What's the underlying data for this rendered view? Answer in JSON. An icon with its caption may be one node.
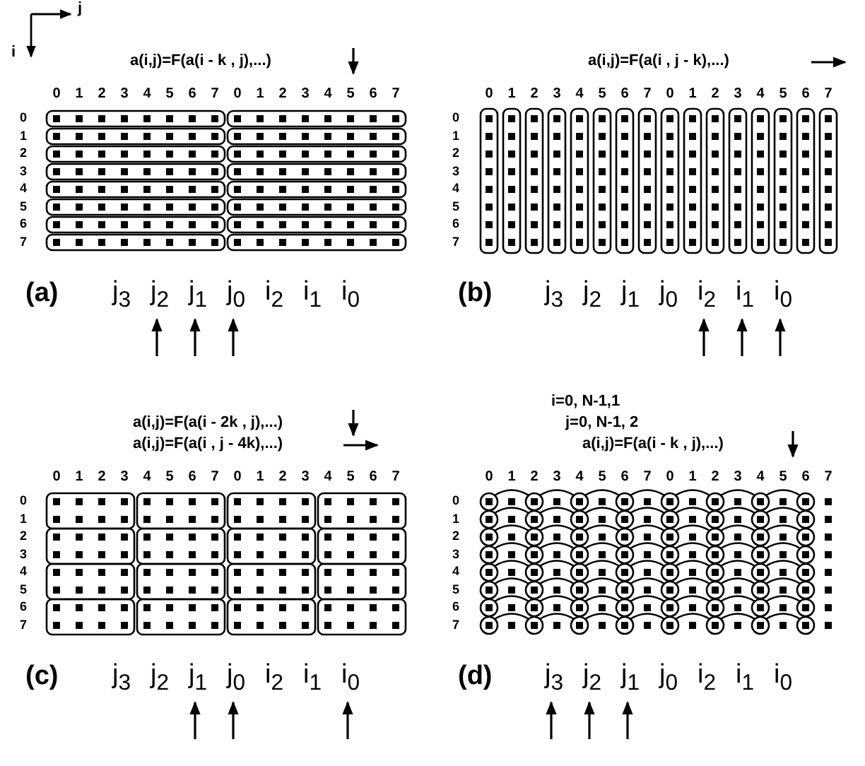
{
  "diagram": {
    "labels": [
      "j",
      "i",
      "a(i,j)=F(a(i - k , j),...)",
      "0",
      "1",
      "2",
      "3",
      "4",
      "5",
      "6",
      "7",
      "0",
      "1",
      "2",
      "3",
      "4",
      "5",
      "6",
      "7",
      "0",
      "1",
      "2",
      "3",
      "4",
      "5",
      "6",
      "7",
      "(a)",
      "j$_{3}$",
      "j$_{2}$",
      "j$_{1}$",
      "j$_{0}$",
      "i$_{2}$",
      "i$_{1}$",
      "i$_{0}$",
      "a(i,j)=F(a(i , j - k),...)",
      "0",
      "1",
      "2",
      "3",
      "4",
      "5",
      "6",
      "7",
      "0",
      "1",
      "2",
      "3",
      "4",
      "5",
      "6",
      "7",
      "0",
      "1",
      "2",
      "3",
      "4",
      "5",
      "6",
      "7",
      "(b)",
      "j$_{3}$",
      "j$_{2}$",
      "j$_{1}$",
      "j$_{0}$",
      "i$_{2}$",
      "i$_{1}$",
      "i$_{0}$",
      "a(i,j)=F(a(i - 2k , j),...)",
      "a(i,j)=F(a(i , j - 4k),...)",
      "0",
      "1",
      "2",
      "3",
      "4",
      "5",
      "6",
      "7",
      "0",
      "1",
      "2",
      "3",
      "4",
      "5",
      "6",
      "7",
      "0",
      "1",
      "2",
      "3",
      "4",
      "5",
      "6",
      "7",
      "(c)",
      "j$_{3}$",
      "j$_{2}$",
      "j$_{1}$",
      "j$_{0}$",
      "i$_{2}$",
      "i$_{1}$",
      "i$_{0}$",
      "i=0, N-1,1",
      "j=0, N-1, 2",
      "a(i,j)=F(a(i - k , j),...)",
      "0",
      "1",
      "2",
      "3",
      "4",
      "5",
      "6",
      "7",
      "0",
      "1",
      "2",
      "3",
      "4",
      "5",
      "6",
      "7",
      "0",
      "1",
      "2",
      "3",
      "4",
      "5",
      "6",
      "7",
      "(d)",
      "j$_{3}$",
      "j$_{2}$",
      "j$_{1}$",
      "j$_{0}$",
      "i$_{2}$",
      "i$_{1}$",
      "i$_{0}$"
    ]
  }
}
